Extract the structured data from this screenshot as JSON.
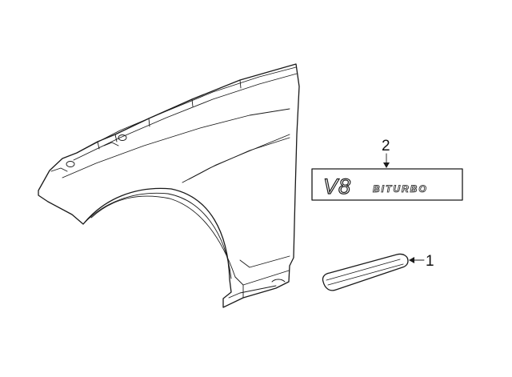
{
  "callouts": {
    "part_1": "1",
    "part_2": "2"
  },
  "emblem": {
    "model_text": "V8",
    "variant_text": "BITURBO"
  },
  "colors": {
    "line": "#1a1a1a",
    "background": "#ffffff"
  }
}
